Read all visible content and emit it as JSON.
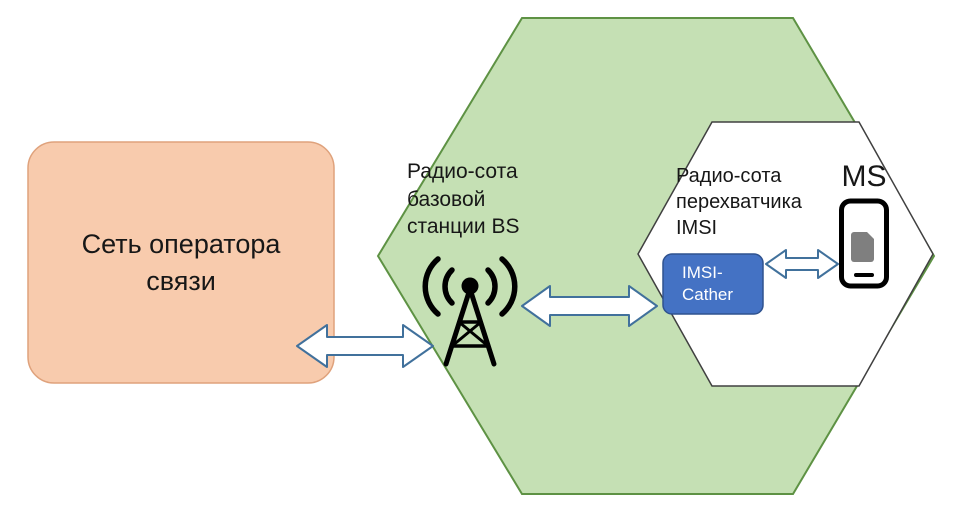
{
  "diagram": {
    "operator_box": {
      "label": "Сеть оператора связи"
    },
    "bs_cell": {
      "label": "Радио-сота базовой станции BS"
    },
    "imsi_cell": {
      "label": "Радио-сота перехватчика IMSI"
    },
    "imsi_catcher": {
      "label": "IMSI-Cather"
    },
    "ms": {
      "label": "MS"
    },
    "icons": {
      "antenna": "radio-tower-icon",
      "phone": "mobile-phone-icon",
      "arrows": "double-headed-block-arrow"
    },
    "colors": {
      "operator_fill": "#F8CBAD",
      "operator_stroke": "#DFA27C",
      "bs_hex_fill": "#C5E0B4",
      "bs_hex_stroke": "#5E9244",
      "imsi_hex_fill": "#FFFFFF",
      "imsi_hex_stroke": "#404040",
      "catcher_fill": "#4472C4",
      "catcher_stroke": "#2F528F",
      "catcher_text": "#FFFFFF",
      "arrow_fill": "#FFFFFF",
      "arrow_stroke": "#41719C",
      "icon_color": "#000000",
      "text_color": "#171717"
    }
  }
}
